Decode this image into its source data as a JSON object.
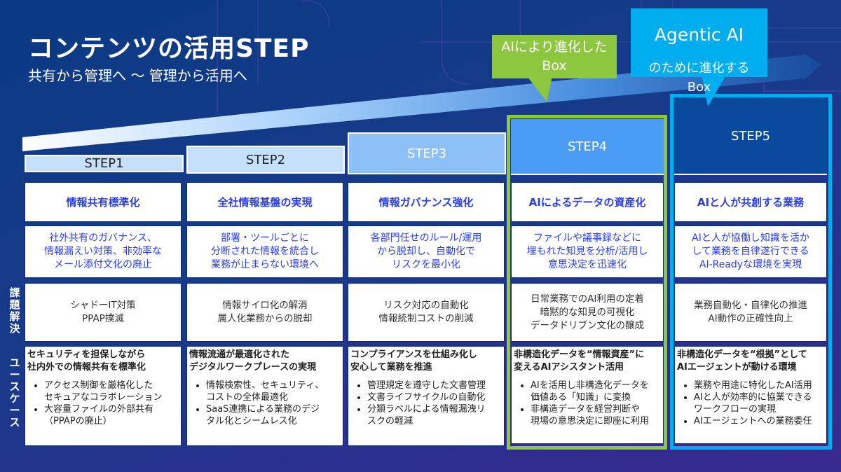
{
  "header": {
    "title": "コンテンツの活用STEP",
    "subtitle": "共有から管理へ ～ 管理から活用へ"
  },
  "callouts": {
    "step4": {
      "text": "AIにより進化した\nBox",
      "color": "#8dc63f"
    },
    "step5": {
      "title": "Agentic AI",
      "text": "のために進化する\nBox",
      "color": "#00aeef"
    }
  },
  "row_labels": {
    "solve": "課題解決",
    "usecase": "ユースケース"
  },
  "steps": [
    {
      "label": "STEP1",
      "head_color": "#c5e0fb",
      "theme": "情報共有標準化",
      "goal": "社外共有のガバナンス、\n情報漏えい対策、非効率な\nメール添付文化の廃止",
      "solve": "シャドーIT対策\nPPAP撲滅",
      "usecase_title": "セキュリティを担保しながら\n社内外での情報共有を標準化",
      "usecase_items": [
        "アクセス制御を厳格化した\nセキュアなコラボレーション",
        "大容量ファイルの外部共有\n（PPAPの廃止）"
      ]
    },
    {
      "label": "STEP2",
      "head_color": "#c5e0fb",
      "theme": "全社情報基盤の実現",
      "goal": "部署・ツールごとに\n分断された情報を統合し\n業務が止まらない環境へ",
      "solve": "情報サイロ化の解消\n属人化業務からの脱却",
      "usecase_title": "情報流通が最適化された\nデジタルワークプレースの実現",
      "usecase_items": [
        "情報検索性、セキュリティ、\nコストの全体最適化",
        "SaaS連携による業務のデジ\nタル化とシームレス化"
      ]
    },
    {
      "label": "STEP3",
      "head_color": "#8cc0f7",
      "theme": "情報ガバナンス強化",
      "goal": "各部門任せのルール/運用\nから脱却し、自動化で\nリスクを最小化",
      "solve": "リスク対応の自動化\n情報統制コストの削減",
      "usecase_title": "コンプライアンスを仕組み化し\n安心して業務を推進",
      "usecase_items": [
        "管理規定を遵守した文書管理",
        "文書ライフサイクルの自動化",
        "分類ラベルによる情報漏洩リ\nスクの軽減"
      ]
    },
    {
      "label": "STEP4",
      "head_color": "#4a9cf5",
      "theme": "AIによるデータの資産化",
      "goal": "ファイルや議事録などに\n埋もれた知見を分析/活用し\n意思決定を迅速化",
      "solve": "日常業務でのAI利用の定着\n暗黙的な知見の可視化\nデータドリブン文化の醸成",
      "usecase_title": "非構造化データを“情報資産”に\n変えるAIアシスタント活用",
      "usecase_items": [
        "AIを活用し非構造化データを\n価値ある「知識」に変換",
        "非構造データを経営判断や\n現場の意思決定に即座に利用"
      ]
    },
    {
      "label": "STEP5",
      "head_color": "#0a4a9e",
      "theme": "AIと人が共創する業務",
      "goal": "AIと人が協働し知識を活か\nして業務を自律遂行できる\nAI-Readyな環境を実現",
      "solve": "業務自動化・自律化の推進\nAI動作の正確性向上",
      "usecase_title": "非構造化データを“根拠”として\nAIエージェントが動ける環境",
      "usecase_items": [
        "業務や用途に特化したAI活用",
        "AIと人が効率的に協業できる\nワークフローの実現",
        "AIエージェントへの業務委任"
      ]
    }
  ],
  "colors": {
    "step4_frame": "#8dc63f",
    "step5_frame": "#00aeef",
    "theme_text": "#2b3fe0"
  }
}
